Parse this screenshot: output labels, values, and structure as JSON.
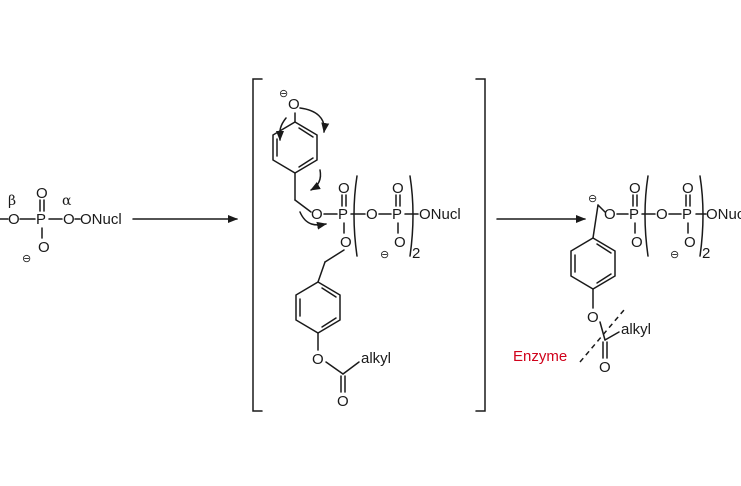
{
  "labels": {
    "beta": "β",
    "alpha": "α",
    "O": "O",
    "P": "P",
    "onucl": "ONucl",
    "minus": "⊖",
    "subscript": "2",
    "alkyl": "alkyl",
    "enzyme": "Enzyme"
  },
  "colors": {
    "ink": "#1a1a1a",
    "enzyme": "#d0021b"
  }
}
